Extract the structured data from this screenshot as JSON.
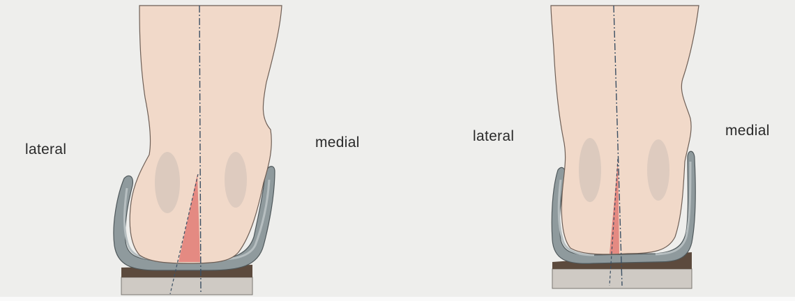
{
  "labels": {
    "left_panel": {
      "lateral": "lateral",
      "medial": "medial"
    },
    "right_panel": {
      "lateral": "lateral",
      "medial": "medial"
    }
  },
  "colors": {
    "background": "#eeeeec",
    "skin": "#f1d9c9",
    "skin_outline": "#7a6a60",
    "heel_cup": "#8f9a9d",
    "heel_cup_inner": "#b6bec0",
    "wedge_brown": "#5c4a3d",
    "base_gray": "#cfcac4",
    "angle_red": "#e27b75",
    "axis_line": "#3b4f63"
  }
}
